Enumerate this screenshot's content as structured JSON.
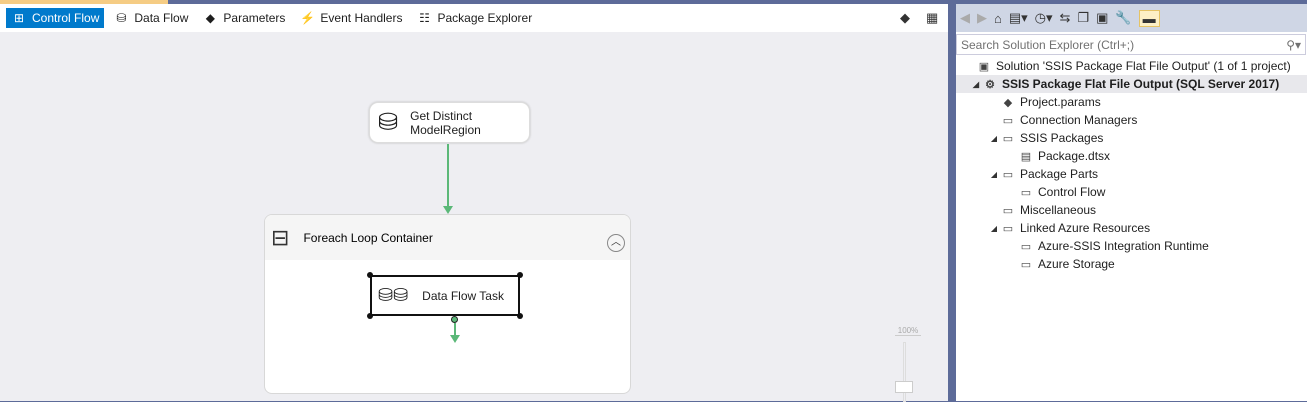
{
  "tabs": [
    {
      "label": "Control Flow",
      "icon": "control-flow-icon"
    },
    {
      "label": "Data Flow",
      "icon": "data-flow-icon"
    },
    {
      "label": "Parameters",
      "icon": "parameters-icon"
    },
    {
      "label": "Event Handlers",
      "icon": "event-handlers-icon"
    },
    {
      "label": "Package Explorer",
      "icon": "package-explorer-icon"
    }
  ],
  "canvas": {
    "get_distinct": "Get Distinct\nModelRegion",
    "container": "Foreach Loop Container",
    "data_flow_task": "Data Flow Task",
    "zoom": "100%"
  },
  "solution_explorer": {
    "search_placeholder": "Search Solution Explorer (Ctrl+;)",
    "items": [
      {
        "label": "Solution 'SSIS Package Flat File Output' (1 of 1 project)",
        "level": 0
      },
      {
        "label": "SSIS Package Flat File Output (SQL Server 2017)",
        "level": 0
      },
      {
        "label": "Project.params",
        "level": 1
      },
      {
        "label": "Connection Managers",
        "level": 1
      },
      {
        "label": "SSIS Packages",
        "level": 1
      },
      {
        "label": "Package.dtsx",
        "level": 2
      },
      {
        "label": "Package Parts",
        "level": 1
      },
      {
        "label": "Control Flow",
        "level": 2
      },
      {
        "label": "Miscellaneous",
        "level": 1
      },
      {
        "label": "Linked Azure Resources",
        "level": 1
      },
      {
        "label": "Azure-SSIS Integration Runtime",
        "level": 2
      },
      {
        "label": "Azure Storage",
        "level": 2
      }
    ]
  },
  "colors": {
    "accent": "#007acc",
    "connector": "#5bb878",
    "frame": "#5d6b99"
  }
}
